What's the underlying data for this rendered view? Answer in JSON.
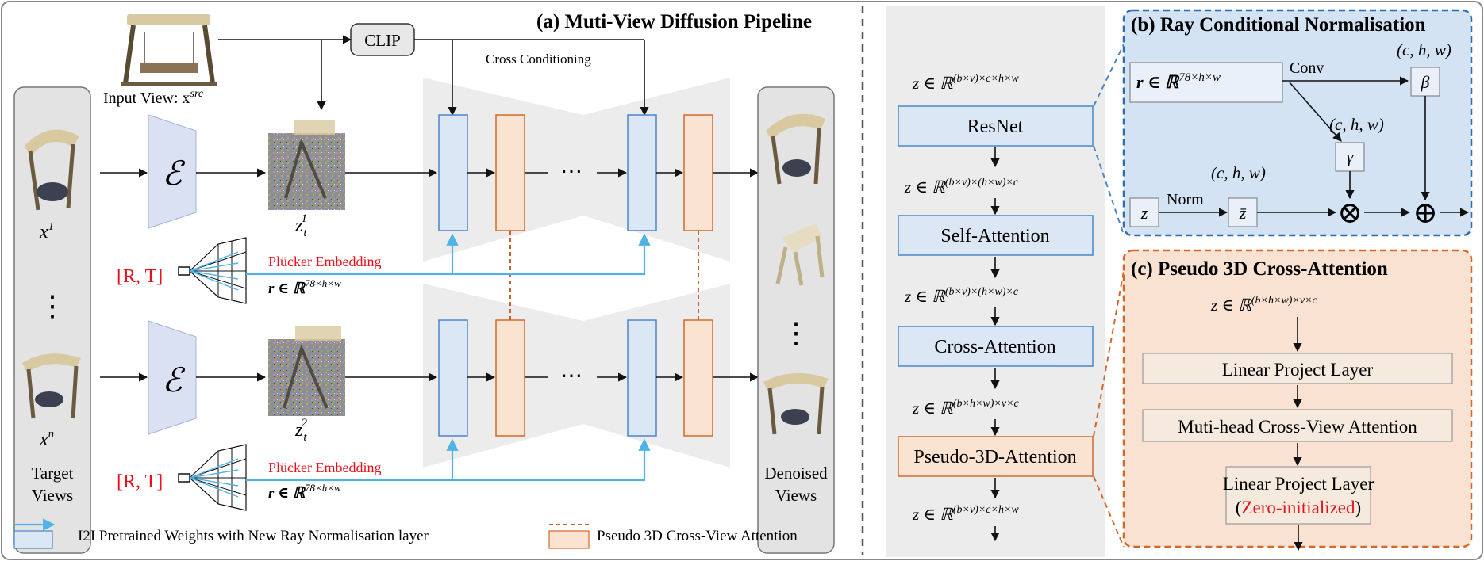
{
  "panel_a": {
    "title": "(a) Muti-View Diffusion Pipeline",
    "input_view_label": "Input View: x",
    "input_view_sup": "src",
    "clip_label": "CLIP",
    "cross_conditioning": "Cross Conditioning",
    "encoder_symbol": "ℰ",
    "target_first": "x",
    "target_first_sup": "1",
    "target_last": "x",
    "target_last_sup": "n",
    "vdots": "⋮",
    "target_views_line1": "Target",
    "target_views_line2": "Views",
    "latent_1": "z",
    "latent_1_sub": "t",
    "latent_1_sup": "1",
    "latent_2": "z",
    "latent_2_sub": "t",
    "latent_2_sup": "2",
    "hdots": "⋯",
    "rt_label": "[R, T]",
    "plucker_label": "Plücker Embedding",
    "ray_formula": "r ∈ ℝ",
    "ray_formula_sup": "78×h×w",
    "denoised_line1": "Denoised",
    "denoised_line2": "Views",
    "legend_blue": "I2I Pretrained Weights with New Ray Normalisation layer",
    "legend_orange": "Pseudo 3D Cross-View Attention"
  },
  "middle": {
    "blocks": [
      "ResNet",
      "Self-Attention",
      "Cross-Attention",
      "Pseudo-3D-Attention"
    ],
    "dims": [
      {
        "base": "z ∈ ℝ",
        "sup": "(b×v)×c×h×w"
      },
      {
        "base": "z ∈ ℝ",
        "sup": "(b×v)×(h×w)×c"
      },
      {
        "base": "z ∈ ℝ",
        "sup": "(b×v)×(h×w)×c"
      },
      {
        "base": "z ∈ ℝ",
        "sup": "(b×h×w)×v×c"
      },
      {
        "base": "z ∈ ℝ",
        "sup": "(b×v)×c×h×w"
      }
    ]
  },
  "panel_b": {
    "title": "(b) Ray Conditional Normalisation",
    "r_input": "r ∈ ℝ",
    "r_input_sup": "78×h×w",
    "conv": "Conv",
    "shape_beta": "(c, h, w)",
    "shape_gamma": "(c, h, w)",
    "shape_zbar": "(c, h, w)",
    "beta": "β",
    "gamma": "γ",
    "z": "z",
    "norm": "Norm",
    "z_bar": "z̄",
    "otimes": "⊗",
    "oplus": "⊕"
  },
  "panel_c": {
    "title": "(c) Pseudo 3D Cross-Attention",
    "input": "z ∈ ℝ",
    "input_sup": "(b×h×w)×v×c",
    "linear_1": "Linear Project Layer",
    "multihead": "Muti-head Cross-View Attention",
    "linear_2": "Linear Project Layer",
    "zero_open": "(",
    "zero_init": "Zero-initialized",
    "zero_close": ")"
  },
  "colors": {
    "blue_fill": "#dbe7f5",
    "blue_stroke": "#4a86c8",
    "orange_fill": "#fbe3d2",
    "orange_stroke": "#d2692b",
    "red_text": "#e8101a",
    "cyan_line": "#4fb3e6",
    "panel_b_bg": "#d3e3f4",
    "panel_c_bg": "#f9e2d2",
    "gray_bg": "#ececec"
  }
}
